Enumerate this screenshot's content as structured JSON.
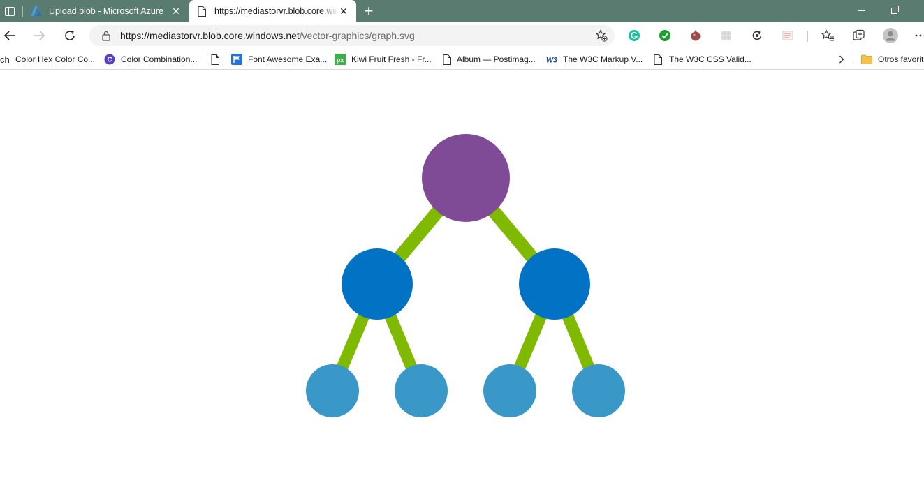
{
  "browser": {
    "tabs": [
      {
        "title": "Upload blob - Microsoft Azure",
        "icon": "azure-logo-icon",
        "active": false
      },
      {
        "title": "https://mediastorvr.blob.core.windows.net/vector-graphics/graph.svg",
        "icon": "page-icon",
        "active": true
      }
    ],
    "address": {
      "host": "https://mediastorvr.blob.core.windows.net",
      "path": "/vector-graphics/graph.svg"
    },
    "extensions": [
      "grammarly-icon",
      "checkmark-extension-icon",
      "tomato-extension-icon",
      "grid-extension-icon",
      "sync-extension-icon",
      "notes-extension-icon"
    ],
    "toolbar_icons": [
      "favorites-icon",
      "collections-icon",
      "profile-avatar-icon",
      "more-menu-icon"
    ]
  },
  "bookmarks": [
    {
      "label": "ch",
      "icon": ""
    },
    {
      "label": "Color Hex Color Co...",
      "icon": ""
    },
    {
      "label": "Color Combination...",
      "icon": "c-circle-icon"
    },
    {
      "label": "Font Awesome Exa...",
      "icon": "page-icon"
    },
    {
      "label": "Kiwi Fruit Fresh - Fr...",
      "icon": "flag-icon"
    },
    {
      "label": "Album — Postimag...",
      "icon": "px-icon"
    },
    {
      "label": "The W3C Markup V...",
      "icon": "page-icon"
    },
    {
      "label": "The W3C CSS Valid...",
      "icon": "w3-icon"
    },
    {
      "label": "Otros favorit",
      "icon": "folder-icon"
    }
  ],
  "graph": {
    "colors": {
      "root": "#7f4b97",
      "level2": "#0272c5",
      "leaves": "#3a98c8",
      "edges": "#7fba00"
    },
    "nodes": [
      {
        "id": "root",
        "level": 0
      },
      {
        "id": "left",
        "level": 1,
        "parent": "root"
      },
      {
        "id": "right",
        "level": 1,
        "parent": "root"
      },
      {
        "id": "leaf-1",
        "level": 2,
        "parent": "left"
      },
      {
        "id": "leaf-2",
        "level": 2,
        "parent": "left"
      },
      {
        "id": "leaf-3",
        "level": 2,
        "parent": "right"
      },
      {
        "id": "leaf-4",
        "level": 2,
        "parent": "right"
      }
    ]
  }
}
